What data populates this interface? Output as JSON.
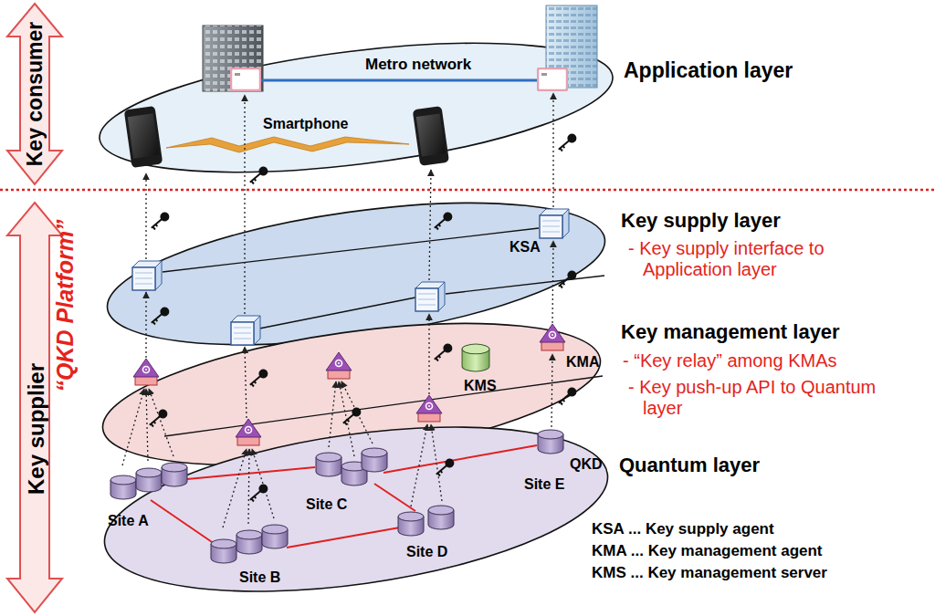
{
  "diagram": {
    "nodes": [
      {
        "text": [
          "Application layer"
        ]
      },
      {
        "text": [
          "Key supply layer",
          "- Key supply interface to Application layer"
        ]
      },
      {
        "text": [
          "Key management layer",
          "- “Key relay” among KMAs",
          "- Key push-up API to Quantum layer"
        ]
      },
      {
        "text": [
          "Quantum layer"
        ]
      }
    ],
    "labels": [
      "Key consumer",
      "Key supplier",
      "“QKD Platform”",
      "Metro network",
      "Smartphone",
      "KSA",
      "KMA",
      "KMS",
      "QKD",
      "Site A",
      "Site B",
      "Site C",
      "Site D",
      "Site E",
      "KSA ... Key supply agent",
      "KMA ... Key management agent",
      "KMS ... Key management server"
    ]
  }
}
